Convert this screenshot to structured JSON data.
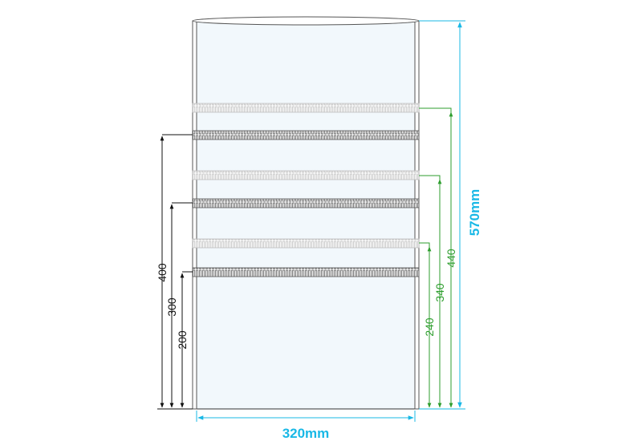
{
  "width_label": "320mm",
  "height_label": "570mm",
  "left_dimensions": [
    "400",
    "300",
    "200"
  ],
  "right_dimensions": [
    "440",
    "340",
    "240"
  ],
  "colors": {
    "outline": "#333333",
    "bag_fill": "#f2f8fc",
    "seal": "#666666",
    "zipper_light": "#b8b8b8",
    "cyan_dim": "#19b8e6",
    "green_dim": "#2e9e2e",
    "black_dim": "#111111"
  }
}
